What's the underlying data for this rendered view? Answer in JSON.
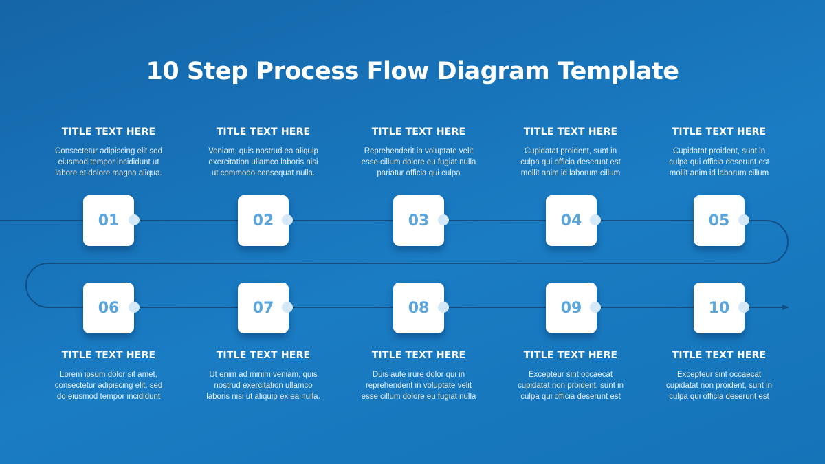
{
  "title": "10 Step Process Flow Diagram Template",
  "steps": [
    {
      "number": "01",
      "title": "TITLE TEXT HERE",
      "desc": [
        "Consectetur adipiscing elit sed",
        "eiusmod tempor incididunt ut",
        "labore et dolore magna aliqua."
      ]
    },
    {
      "number": "02",
      "title": "TITLE TEXT HERE",
      "desc": [
        "Veniam, quis nostrud ea aliquip",
        "exercitation ullamco laboris nisi",
        "ut commodo consequat nulla."
      ]
    },
    {
      "number": "03",
      "title": "TITLE TEXT HERE",
      "desc": [
        "Reprehenderit in voluptate velit",
        "esse cillum dolore eu fugiat nulla",
        "pariatur officia qui culpa"
      ]
    },
    {
      "number": "04",
      "title": "TITLE TEXT HERE",
      "desc": [
        "Cupidatat proident, sunt in",
        "culpa qui officia deserunt est",
        "mollit anim id laborum cillum"
      ]
    },
    {
      "number": "05",
      "title": "TITLE TEXT HERE",
      "desc": [
        "Cupidatat proident, sunt in",
        "culpa qui officia deserunt est",
        "mollit anim id laborum cillum"
      ]
    },
    {
      "number": "06",
      "title": "TITLE TEXT HERE",
      "desc": [
        "Lorem ipsum dolor sit amet,",
        "consectetur adipiscing elit, sed",
        "do eiusmod tempor incididunt"
      ]
    },
    {
      "number": "07",
      "title": "TITLE TEXT HERE",
      "desc": [
        "Ut enim ad minim veniam, quis",
        "nostrud exercitation ullamco",
        "laboris nisi ut aliquip ex ea nulla."
      ]
    },
    {
      "number": "08",
      "title": "TITLE TEXT HERE",
      "desc": [
        "Duis aute irure dolor qui in",
        "reprehenderit in voluptate velit",
        "esse cillum dolore eu fugiat nulla"
      ]
    },
    {
      "number": "09",
      "title": "TITLE TEXT HERE",
      "desc": [
        "Excepteur sint occaecat",
        "cupidatat non proident, sunt in",
        "culpa qui officia deserunt est"
      ]
    },
    {
      "number": "10",
      "title": "TITLE TEXT HERE",
      "desc": [
        "Excepteur sint occaecat",
        "cupidatat non proident, sunt in",
        "culpa qui officia deserunt est"
      ]
    }
  ],
  "colors": {
    "background": "#1a7cc3",
    "line": "#0f4f86",
    "box": "#ffffff",
    "number": "#5aa6dc",
    "connector_dot": "#d4e8f8"
  }
}
